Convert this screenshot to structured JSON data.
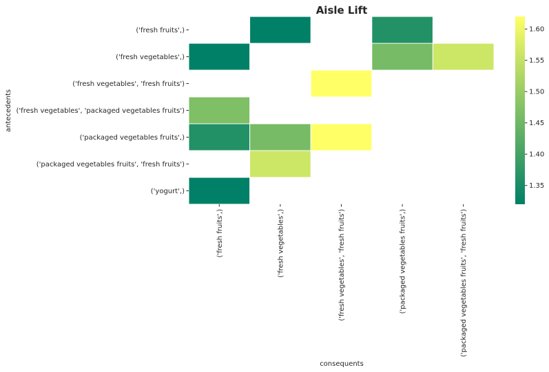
{
  "chart_data": {
    "type": "heatmap",
    "title": "Aisle Lift",
    "xlabel": "consequents",
    "ylabel": "antecedents",
    "rows": [
      "('fresh fruits',)",
      "('fresh vegetables',)",
      "('fresh vegetables', 'fresh fruits')",
      "('fresh vegetables', 'packaged vegetables fruits')",
      "('packaged vegetables fruits',)",
      "('packaged vegetables fruits', 'fresh fruits')",
      "('yogurt',)"
    ],
    "columns": [
      "('fresh fruits',)",
      "('fresh vegetables',)",
      "('fresh vegetables', 'fresh fruits')",
      "('packaged vegetables fruits',)",
      "('packaged vegetables fruits', 'fresh fruits')"
    ],
    "values": [
      [
        null,
        1.32,
        null,
        1.36,
        null
      ],
      [
        1.32,
        null,
        null,
        1.46,
        1.56
      ],
      [
        null,
        null,
        1.62,
        null,
        null
      ],
      [
        1.47,
        null,
        null,
        null,
        null
      ],
      [
        1.36,
        1.46,
        1.62,
        null,
        null
      ],
      [
        null,
        1.56,
        null,
        null,
        null
      ],
      [
        1.32,
        null,
        null,
        null,
        null
      ]
    ],
    "colorbar": {
      "colormap": "summer",
      "vmin": 1.32,
      "vmax": 1.62,
      "ticks": [
        1.35,
        1.4,
        1.45,
        1.5,
        1.55,
        1.6
      ],
      "tick_labels": [
        "1.35",
        "1.40",
        "1.45",
        "1.50",
        "1.55",
        "1.60"
      ]
    },
    "grid": false,
    "legend": "right"
  }
}
